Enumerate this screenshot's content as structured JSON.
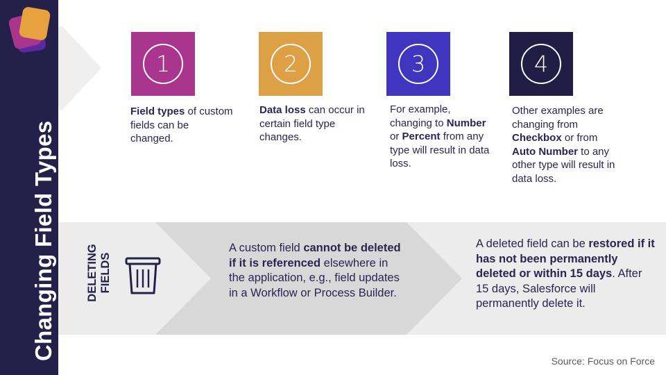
{
  "sidebar": {
    "title": "Changing Field Types"
  },
  "steps": [
    {
      "number": "1",
      "color": "#a9358f",
      "parts": [
        {
          "b": true,
          "t": "Field types"
        },
        {
          "b": false,
          "t": " of custom fields can be changed."
        }
      ]
    },
    {
      "number": "2",
      "color": "#dda044",
      "parts": [
        {
          "b": true,
          "t": "Data loss"
        },
        {
          "b": false,
          "t": " can occur in certain field type changes."
        }
      ]
    },
    {
      "number": "3",
      "color": "#3f35bf",
      "parts": [
        {
          "b": false,
          "t": "For example, changing to "
        },
        {
          "b": true,
          "t": "Number"
        },
        {
          "b": false,
          "t": " or "
        },
        {
          "b": true,
          "t": "Percent"
        },
        {
          "b": false,
          "t": " from any type will result in data loss."
        }
      ]
    },
    {
      "number": "4",
      "color": "#211d45",
      "parts": [
        {
          "b": false,
          "t": "Other examples are changing from "
        },
        {
          "b": true,
          "t": "Checkbox"
        },
        {
          "b": false,
          "t": " or from "
        },
        {
          "b": true,
          "t": "Auto Number"
        },
        {
          "b": false,
          "t": " to any other type will result in data loss."
        }
      ]
    }
  ],
  "deleting": {
    "label_line1": "DELETING",
    "label_line2": "FIELDS",
    "icon": "trash-icon",
    "text1_parts": [
      {
        "b": false,
        "t": "A custom field "
      },
      {
        "b": true,
        "t": "cannot be deleted if it is referenced"
      },
      {
        "b": false,
        "t": " elsewhere in the application, e.g., field updates in a Workflow or Process Builder."
      }
    ],
    "text2_parts": [
      {
        "b": false,
        "t": "A deleted field can be "
      },
      {
        "b": true,
        "t": "restored if it has not been permanently deleted or within 15 days"
      },
      {
        "b": false,
        "t": ". After 15 days, Salesforce will permanently delete it."
      }
    ]
  },
  "source": "Source: Focus on Force",
  "colors": {
    "sidebar": "#23204a",
    "band_light": "#ececec",
    "band_dark": "#d8d8d8"
  }
}
